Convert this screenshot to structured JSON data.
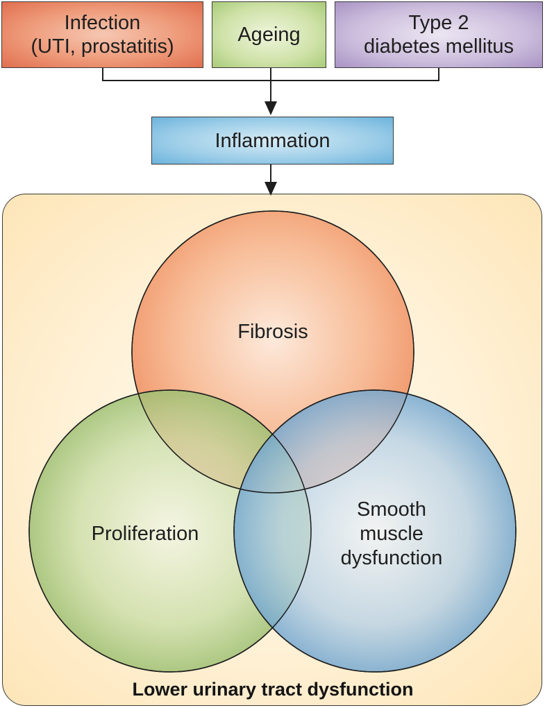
{
  "causes": [
    {
      "line1": "Infection",
      "line2": "(UTI, prostatitis)"
    },
    {
      "line1": "Ageing"
    },
    {
      "line1": "Type 2",
      "line2": "diabetes mellitus"
    }
  ],
  "mediator": {
    "label": "Inflammation"
  },
  "outcome": {
    "title": "Lower urinary tract dysfunction",
    "circles": {
      "fibrosis": {
        "label": "Fibrosis"
      },
      "proliferation": {
        "label": "Proliferation"
      },
      "smooth_muscle": {
        "line1": "Smooth",
        "line2": "muscle",
        "line3": "dysfunction"
      }
    }
  },
  "colors": {
    "infection": "#e8845f",
    "ageing": "#c4dc9b",
    "diabetes": "#bba9d2",
    "inflammation": "#8cc4e4",
    "panel": "#fde9c2",
    "fibrosis": "#f19a6c",
    "proliferation": "#9cc173",
    "smooth_muscle": "#6fa6d2"
  }
}
